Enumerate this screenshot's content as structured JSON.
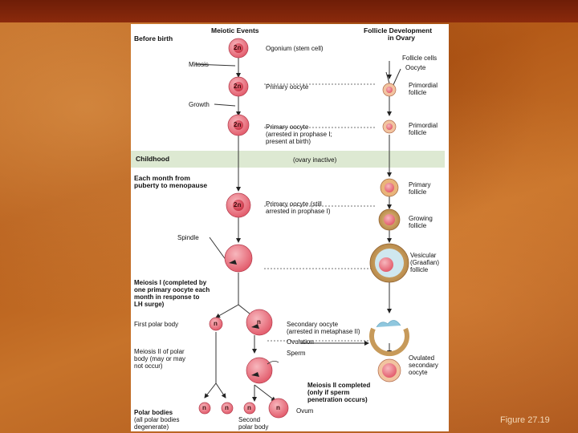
{
  "figure": {
    "header_left": "Before birth",
    "header_center": "Meiotic Events",
    "header_right_1": "Follicle Development",
    "header_right_2": "in Ovary",
    "mitosis": "Mitosis",
    "growth": "Growth",
    "ogonium": "Ogonium (stem cell)",
    "primary_oocyte": "Primary oocyte",
    "follicle_cells": "Follicle cells",
    "oocyte": "Oocyte",
    "primordial_1": "Primordial",
    "primordial_2": "follicle",
    "arrested_1": "Primary oocyte",
    "arrested_2": "(arrested in prophase I;",
    "arrested_3": "present at birth)",
    "childhood": "Childhood",
    "ovary_inactive": "(ovary inactive)",
    "each_month_1": "Each month from",
    "each_month_2": "puberty to menopause",
    "still_arrested_1": "Primary oocyte (still",
    "still_arrested_2": "arrested in prophase I)",
    "primary_follicle_1": "Primary",
    "primary_follicle_2": "follicle",
    "growing_1": "Growing",
    "growing_2": "follicle",
    "spindle": "Spindle",
    "vesicular_1": "Vesicular",
    "vesicular_2": "(Graafian)",
    "vesicular_3": "follicle",
    "meiosis1_1": "Meiosis I (completed by",
    "meiosis1_2": "one primary oocyte each",
    "meiosis1_3": "month in response to",
    "meiosis1_4": "LH surge)",
    "first_polar": "First polar body",
    "secondary_1": "Secondary oocyte",
    "secondary_2": "(arrested in metaphase II)",
    "ovulation": "Ovulation",
    "sperm": "Sperm",
    "meiosis2pb_1": "Meiosis II of polar",
    "meiosis2pb_2": "body (may or may",
    "meiosis2pb_3": "not occur)",
    "ovulated_1": "Ovulated",
    "ovulated_2": "secondary",
    "ovulated_3": "oocyte",
    "meiosis2c_1": "Meiosis II completed",
    "meiosis2c_2": "(only if sperm",
    "meiosis2c_3": "penetration occurs)",
    "polar_bodies_1": "Polar bodies",
    "polar_bodies_2": "(all polar bodies",
    "polar_bodies_3": "degenerate)",
    "second_polar_1": "Second",
    "second_polar_2": "polar body",
    "ovum": "Ovum",
    "label_2n": "2n",
    "label_n": "n"
  },
  "caption": "Figure 27.19"
}
